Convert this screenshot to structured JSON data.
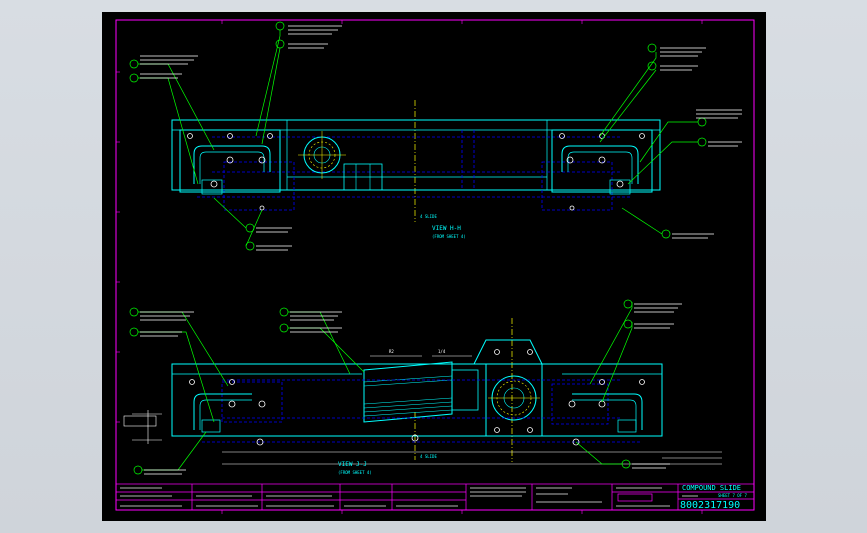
{
  "colors": {
    "background": "#000000",
    "border": "#ff00ff",
    "part": "#00ffff",
    "hidden": "#0000ff",
    "leader": "#00ff00",
    "centerline": "#ffff00",
    "bolt": "#ffffff"
  },
  "drawing": {
    "view_top_label": "VIEW H-H",
    "view_top_sub": "(FROM SHEET 4)",
    "view_bottom_label": "VIEW J-J",
    "view_bottom_sub": "(FROM SHEET 4)",
    "slide_note": "4 SLIDE",
    "dim_left": "R2",
    "dim_right": "1/4"
  },
  "title_block": {
    "title": "COMPOUND SLIDE",
    "drawing_number": "8002317190",
    "sheet": "SHEET 7 OF 7"
  }
}
